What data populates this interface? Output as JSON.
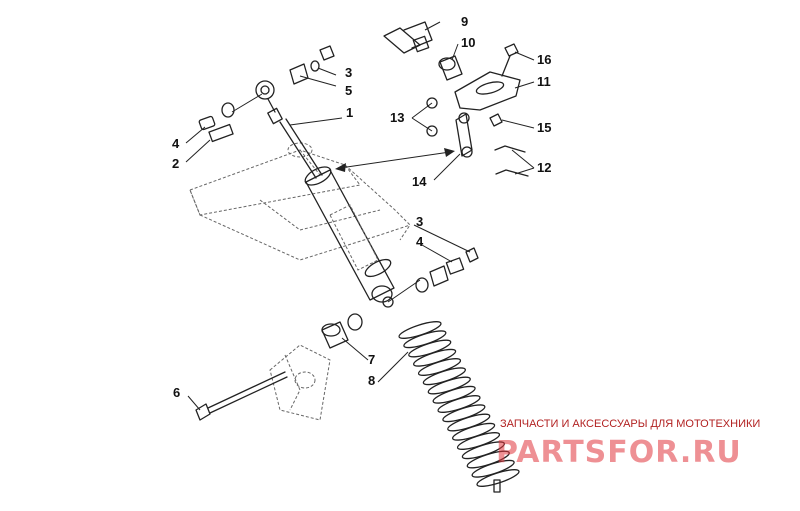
{
  "callouts": {
    "c1": "1",
    "c2": "2",
    "c3a": "3",
    "c3b": "3",
    "c4a": "4",
    "c4b": "4",
    "c5": "5",
    "c6": "6",
    "c7": "7",
    "c8": "8",
    "c9": "9",
    "c10": "10",
    "c11": "11",
    "c12": "12",
    "c13": "13",
    "c14": "14",
    "c15": "15",
    "c16": "16"
  },
  "watermark": {
    "caption": "ЗАПЧАСТИ И АКСЕССУАРЫ ДЛЯ МОТОТЕХНИКИ",
    "logo": "PARTSFOR.RU"
  }
}
